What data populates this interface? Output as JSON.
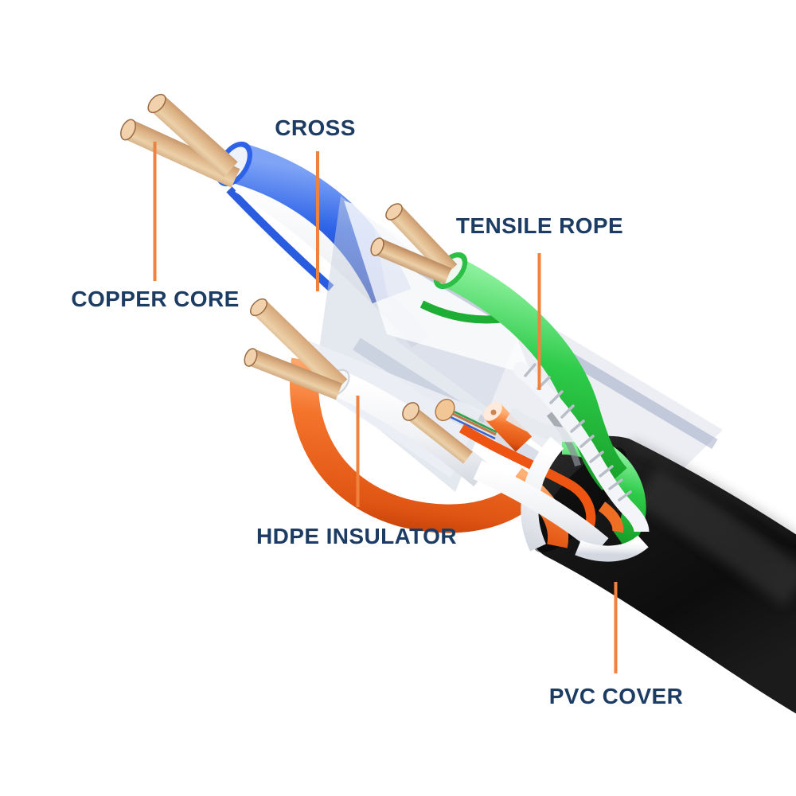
{
  "diagram": {
    "subject": "ethernet-cable-cutaway",
    "labels": [
      {
        "id": "cross",
        "text": "CROSS"
      },
      {
        "id": "copper-core",
        "text": "COPPER CORE"
      },
      {
        "id": "tensile-rope",
        "text": "TENSILE ROPE"
      },
      {
        "id": "hdpe-insulator",
        "text": "HDPE INSULATOR"
      },
      {
        "id": "pvc-cover",
        "text": "PVC COVER"
      }
    ],
    "parts": [
      {
        "id": "copper-core",
        "color": "#c08a5a"
      },
      {
        "id": "cross",
        "color": "#d4dae6"
      },
      {
        "id": "tensile-rope",
        "color": "#f4f5f8"
      },
      {
        "id": "hdpe-insulator",
        "color": "#f2f3f6"
      },
      {
        "id": "pvc-cover",
        "color": "#141414"
      },
      {
        "id": "blue-pair",
        "color": "#2e63e8"
      },
      {
        "id": "green-pair",
        "color": "#2ecb4a"
      },
      {
        "id": "orange-pair",
        "color": "#f06d24"
      }
    ]
  },
  "colors": {
    "label_text": "#1c3c64",
    "leader_line": "#f0823f",
    "background": "#ffffff"
  }
}
